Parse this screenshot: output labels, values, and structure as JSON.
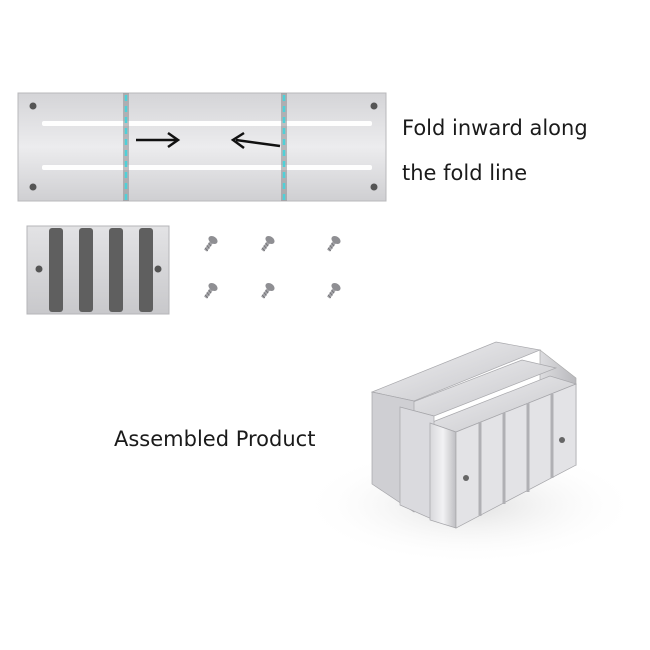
{
  "captions": {
    "fold_line_1": "Fold inward along",
    "fold_line_2": "the fold line",
    "assembled": "Assembled Product"
  },
  "colors": {
    "background": "#ffffff",
    "metal_light": "#e6e6e8",
    "metal_mid": "#c9c9cc",
    "fold_line": "#4fd0d8",
    "rubber_strip": "#5f5f5f",
    "text": "#1a1a1a"
  },
  "icons": {
    "arrow_right": "arrow-right-icon",
    "arrow_left": "arrow-left-icon"
  },
  "parts": {
    "screw_count": 6
  }
}
